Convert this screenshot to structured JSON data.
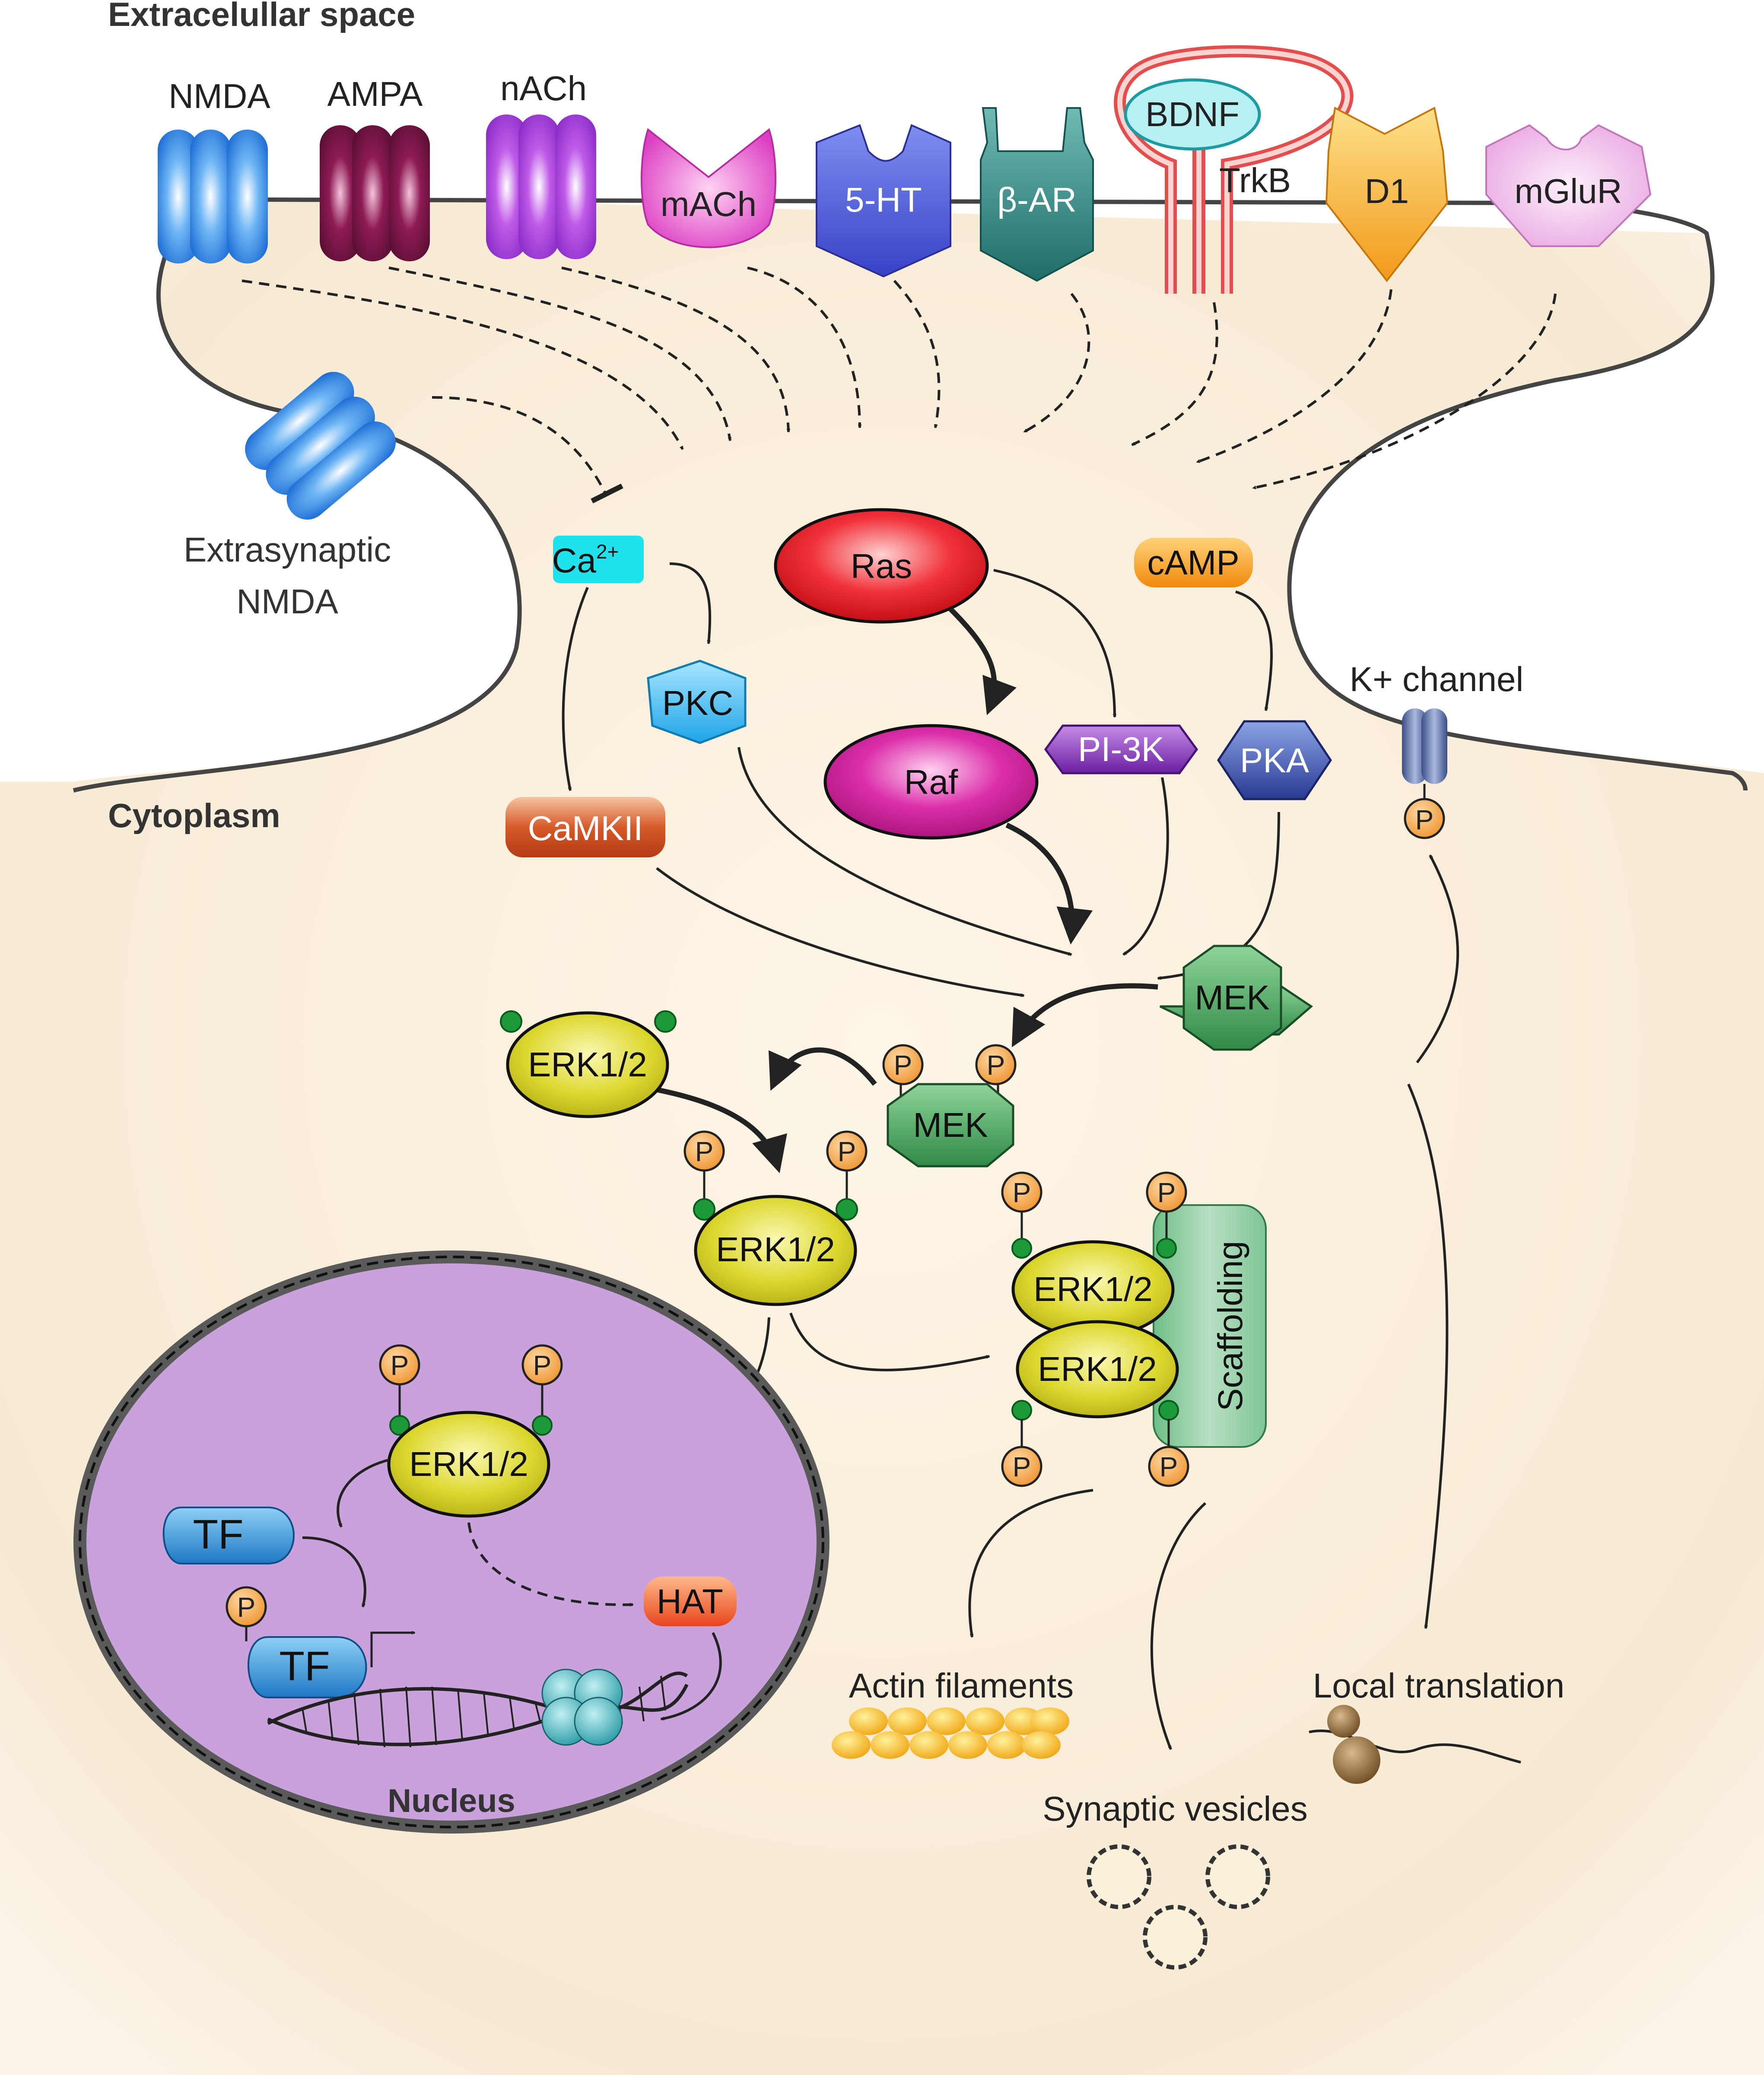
{
  "regions": {
    "extracellular": "Extracelullar space",
    "cytoplasm": "Cytoplasm",
    "nucleus": "Nucleus"
  },
  "receptors": {
    "nmda": "NMDA",
    "ampa": "AMPA",
    "nach": "nACh",
    "mach": "mACh",
    "ht5": "5-HT",
    "bar": "β-AR",
    "bdnf": "BDNF",
    "trkb": "TrkB",
    "d1": "D1",
    "mglur": "mGluR",
    "extrasynaptic_line1": "Extrasynaptic",
    "extrasynaptic_line2": "NMDA"
  },
  "signaling": {
    "ca": "Ca",
    "ca_sup": "2+",
    "ras": "Ras",
    "camp": "cAMP",
    "pkc": "PKC",
    "raf": "Raf",
    "pi3k": "PI-3K",
    "pka": "PKA",
    "camkii": "CaMKII",
    "k_channel": "K+ channel",
    "mek": "MEK",
    "erk": "ERK1/2",
    "phospho": "P",
    "scaffolding": "Scaffolding",
    "tf": "TF",
    "hat": "HAT"
  },
  "outputs": {
    "actin": "Actin filaments",
    "local_translation": "Local translation",
    "vesicles": "Synaptic vesicles"
  },
  "colors": {
    "cytoplasm_bg": "#f7ecd8",
    "nucleus_fill": "#c9a2dc",
    "erk_yellow": "#d6d327",
    "mek_green": "#3e9a52",
    "phospho_orange": "#f4a547",
    "ras_red": "#e8202a",
    "raf_magenta": "#cc1f9e",
    "pkc_cyan": "#33b8ef",
    "camkii_rust": "#c8431c",
    "camp_orange": "#f08c12",
    "pka_blue": "#35429a",
    "pi3k_purple": "#7b2fa6"
  }
}
